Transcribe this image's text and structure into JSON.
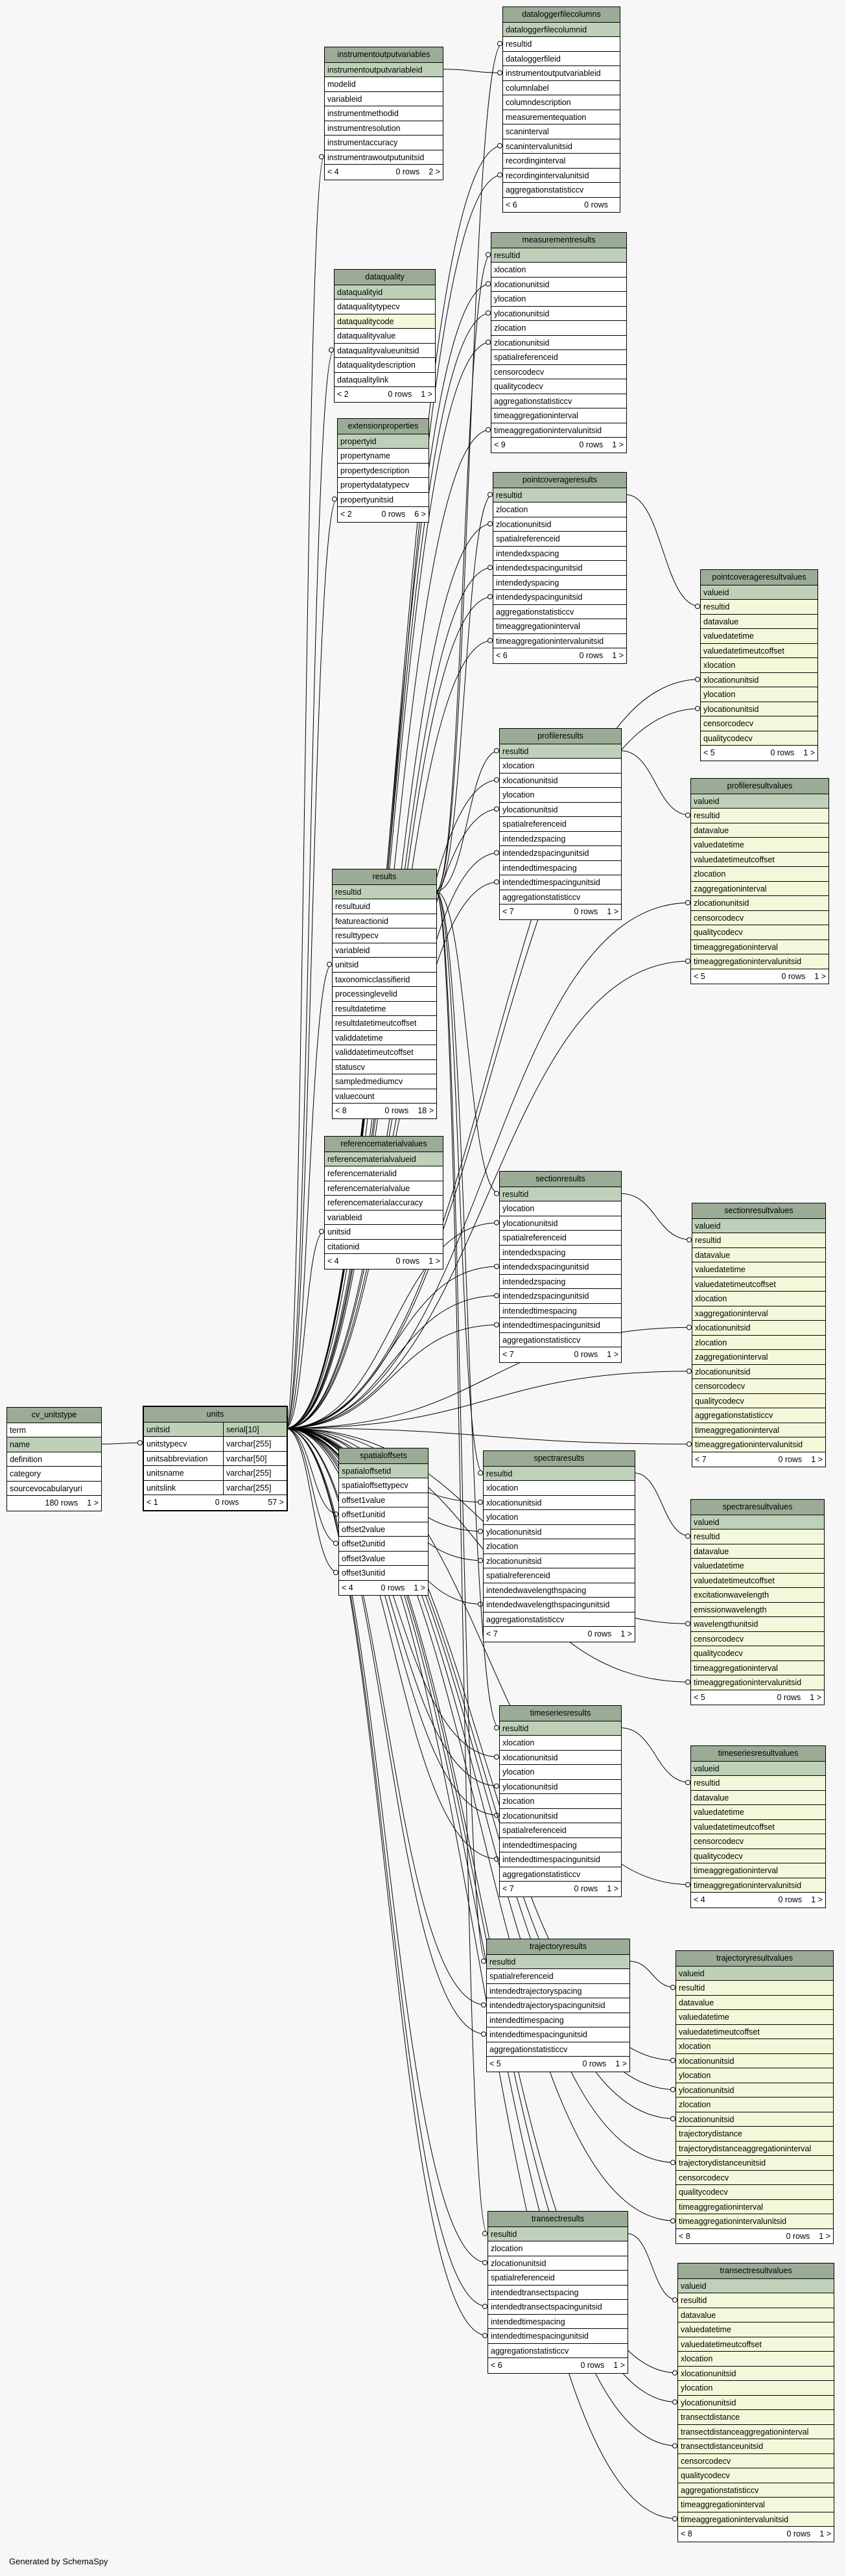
{
  "footer_text": "Generated by SchemaSpy",
  "tables": [
    {
      "id": "instrumentoutputvariables",
      "name": "instrumentoutputvariables",
      "rows": [
        {
          "t": "instrumentoutputvariableid",
          "pk": true
        },
        {
          "t": "modelid"
        },
        {
          "t": "variableid"
        },
        {
          "t": "instrumentmethodid"
        },
        {
          "t": "instrumentresolution"
        },
        {
          "t": "instrumentaccuracy"
        },
        {
          "t": "instrumentrawoutputunitsid"
        }
      ],
      "footer": [
        "< 4",
        "0 rows",
        "2 >"
      ]
    },
    {
      "id": "dataloggerfilecolumns",
      "name": "dataloggerfilecolumns",
      "rows": [
        {
          "t": "dataloggerfilecolumnid",
          "pk": true
        },
        {
          "t": "resultid"
        },
        {
          "t": "dataloggerfileid"
        },
        {
          "t": "instrumentoutputvariableid"
        },
        {
          "t": "columnlabel"
        },
        {
          "t": "columndescription"
        },
        {
          "t": "measurementequation"
        },
        {
          "t": "scaninterval"
        },
        {
          "t": "scanintervalunitsid"
        },
        {
          "t": "recordinginterval"
        },
        {
          "t": "recordingintervalunitsid"
        },
        {
          "t": "aggregationstatisticcv"
        }
      ],
      "footer": [
        "< 6",
        "0 rows",
        ""
      ]
    },
    {
      "id": "dataquality",
      "name": "dataquality",
      "rows": [
        {
          "t": "dataqualityid",
          "pk": true
        },
        {
          "t": "dataqualitytypecv"
        },
        {
          "t": "dataqualitycode",
          "part": true
        },
        {
          "t": "dataqualityvalue"
        },
        {
          "t": "dataqualityvalueunitsid"
        },
        {
          "t": "dataqualitydescription"
        },
        {
          "t": "dataqualitylink"
        }
      ],
      "footer": [
        "< 2",
        "0 rows",
        "1 >"
      ]
    },
    {
      "id": "measurementresults",
      "name": "measurementresults",
      "rows": [
        {
          "t": "resultid",
          "pk": true
        },
        {
          "t": "xlocation"
        },
        {
          "t": "xlocationunitsid"
        },
        {
          "t": "ylocation"
        },
        {
          "t": "ylocationunitsid"
        },
        {
          "t": "zlocation"
        },
        {
          "t": "zlocationunitsid"
        },
        {
          "t": "spatialreferenceid"
        },
        {
          "t": "censorcodecv"
        },
        {
          "t": "qualitycodecv"
        },
        {
          "t": "aggregationstatisticcv"
        },
        {
          "t": "timeaggregationinterval"
        },
        {
          "t": "timeaggregationintervalunitsid"
        }
      ],
      "footer": [
        "< 9",
        "0 rows",
        "1 >"
      ]
    },
    {
      "id": "extensionproperties",
      "name": "extensionproperties",
      "rows": [
        {
          "t": "propertyid",
          "pk": true
        },
        {
          "t": "propertyname"
        },
        {
          "t": "propertydescription"
        },
        {
          "t": "propertydatatypecv"
        },
        {
          "t": "propertyunitsid"
        }
      ],
      "footer": [
        "< 2",
        "0 rows",
        "6 >"
      ]
    },
    {
      "id": "pointcoverageresults",
      "name": "pointcoverageresults",
      "rows": [
        {
          "t": "resultid",
          "pk": true
        },
        {
          "t": "zlocation"
        },
        {
          "t": "zlocationunitsid"
        },
        {
          "t": "spatialreferenceid"
        },
        {
          "t": "intendedxspacing"
        },
        {
          "t": "intendedxspacingunitsid"
        },
        {
          "t": "intendedyspacing"
        },
        {
          "t": "intendedyspacingunitsid"
        },
        {
          "t": "aggregationstatisticcv"
        },
        {
          "t": "timeaggregationinterval"
        },
        {
          "t": "timeaggregationintervalunitsid"
        }
      ],
      "footer": [
        "< 6",
        "0 rows",
        "1 >"
      ]
    },
    {
      "id": "pointcoverageresultvalues",
      "name": "pointcoverageresultvalues",
      "part": true,
      "rows": [
        {
          "t": "valueid",
          "pk": true
        },
        {
          "t": "resultid"
        },
        {
          "t": "datavalue"
        },
        {
          "t": "valuedatetime"
        },
        {
          "t": "valuedatetimeutcoffset"
        },
        {
          "t": "xlocation"
        },
        {
          "t": "xlocationunitsid"
        },
        {
          "t": "ylocation"
        },
        {
          "t": "ylocationunitsid"
        },
        {
          "t": "censorcodecv"
        },
        {
          "t": "qualitycodecv"
        }
      ],
      "footer": [
        "< 5",
        "0 rows",
        "1 >"
      ]
    },
    {
      "id": "profileresults",
      "name": "profileresults",
      "rows": [
        {
          "t": "resultid",
          "pk": true
        },
        {
          "t": "xlocation"
        },
        {
          "t": "xlocationunitsid"
        },
        {
          "t": "ylocation"
        },
        {
          "t": "ylocationunitsid"
        },
        {
          "t": "spatialreferenceid"
        },
        {
          "t": "intendedzspacing"
        },
        {
          "t": "intendedzspacingunitsid"
        },
        {
          "t": "intendedtimespacing"
        },
        {
          "t": "intendedtimespacingunitsid"
        },
        {
          "t": "aggregationstatisticcv"
        }
      ],
      "footer": [
        "< 7",
        "0 rows",
        "1 >"
      ]
    },
    {
      "id": "profileresultvalues",
      "name": "profileresultvalues",
      "part": true,
      "rows": [
        {
          "t": "valueid",
          "pk": true
        },
        {
          "t": "resultid"
        },
        {
          "t": "datavalue"
        },
        {
          "t": "valuedatetime"
        },
        {
          "t": "valuedatetimeutcoffset"
        },
        {
          "t": "zlocation"
        },
        {
          "t": "zaggregationinterval"
        },
        {
          "t": "zlocationunitsid"
        },
        {
          "t": "censorcodecv"
        },
        {
          "t": "qualitycodecv"
        },
        {
          "t": "timeaggregationinterval"
        },
        {
          "t": "timeaggregationintervalunitsid"
        }
      ],
      "footer": [
        "< 5",
        "0 rows",
        "1 >"
      ]
    },
    {
      "id": "results",
      "name": "results",
      "rows": [
        {
          "t": "resultid",
          "pk": true
        },
        {
          "t": "resultuuid"
        },
        {
          "t": "featureactionid"
        },
        {
          "t": "resulttypecv"
        },
        {
          "t": "variableid"
        },
        {
          "t": "unitsid"
        },
        {
          "t": "taxonomicclassifierid"
        },
        {
          "t": "processinglevelid"
        },
        {
          "t": "resultdatetime"
        },
        {
          "t": "resultdatetimeutcoffset"
        },
        {
          "t": "validdatetime"
        },
        {
          "t": "validdatetimeutcoffset"
        },
        {
          "t": "statuscv"
        },
        {
          "t": "sampledmediumcv"
        },
        {
          "t": "valuecount"
        }
      ],
      "footer": [
        "< 8",
        "0 rows",
        "18 >"
      ]
    },
    {
      "id": "referencematerialvalues",
      "name": "referencematerialvalues",
      "rows": [
        {
          "t": "referencematerialvalueid",
          "pk": true
        },
        {
          "t": "referencematerialid"
        },
        {
          "t": "referencematerialvalue"
        },
        {
          "t": "referencematerialaccuracy"
        },
        {
          "t": "variableid"
        },
        {
          "t": "unitsid"
        },
        {
          "t": "citationid"
        }
      ],
      "footer": [
        "< 4",
        "0 rows",
        "1 >"
      ]
    },
    {
      "id": "sectionresults",
      "name": "sectionresults",
      "rows": [
        {
          "t": "resultid",
          "pk": true
        },
        {
          "t": "ylocation"
        },
        {
          "t": "ylocationunitsid"
        },
        {
          "t": "spatialreferenceid"
        },
        {
          "t": "intendedxspacing"
        },
        {
          "t": "intendedxspacingunitsid"
        },
        {
          "t": "intendedzspacing"
        },
        {
          "t": "intendedzspacingunitsid"
        },
        {
          "t": "intendedtimespacing"
        },
        {
          "t": "intendedtimespacingunitsid"
        },
        {
          "t": "aggregationstatisticcv"
        }
      ],
      "footer": [
        "< 7",
        "0 rows",
        "1 >"
      ]
    },
    {
      "id": "sectionresultvalues",
      "name": "sectionresultvalues",
      "part": true,
      "rows": [
        {
          "t": "valueid",
          "pk": true
        },
        {
          "t": "resultid"
        },
        {
          "t": "datavalue"
        },
        {
          "t": "valuedatetime"
        },
        {
          "t": "valuedatetimeutcoffset"
        },
        {
          "t": "xlocation"
        },
        {
          "t": "xaggregationinterval"
        },
        {
          "t": "xlocationunitsid"
        },
        {
          "t": "zlocation"
        },
        {
          "t": "zaggregationinterval"
        },
        {
          "t": "zlocationunitsid"
        },
        {
          "t": "censorcodecv"
        },
        {
          "t": "qualitycodecv"
        },
        {
          "t": "aggregationstatisticcv"
        },
        {
          "t": "timeaggregationinterval"
        },
        {
          "t": "timeaggregationintervalunitsid"
        }
      ],
      "footer": [
        "< 7",
        "0 rows",
        "1 >"
      ]
    },
    {
      "id": "cv_unitstype",
      "name": "cv_unitstype",
      "rows": [
        {
          "t": "term"
        },
        {
          "t": "name",
          "pk": true
        },
        {
          "t": "definition"
        },
        {
          "t": "category"
        },
        {
          "t": "sourcevocabularyuri"
        }
      ],
      "footer": [
        "",
        "180 rows",
        "1 >"
      ]
    },
    {
      "id": "spatialoffsets",
      "name": "spatialoffsets",
      "rows": [
        {
          "t": "spatialoffsetid",
          "pk": true
        },
        {
          "t": "spatialoffsettypecv"
        },
        {
          "t": "offset1value"
        },
        {
          "t": "offset1unitid"
        },
        {
          "t": "offset2value"
        },
        {
          "t": "offset2unitid"
        },
        {
          "t": "offset3value"
        },
        {
          "t": "offset3unitid"
        }
      ],
      "footer": [
        "< 4",
        "0 rows",
        "1 >"
      ]
    },
    {
      "id": "spectraresults",
      "name": "spectraresults",
      "rows": [
        {
          "t": "resultid",
          "pk": true
        },
        {
          "t": "xlocation"
        },
        {
          "t": "xlocationunitsid"
        },
        {
          "t": "ylocation"
        },
        {
          "t": "ylocationunitsid"
        },
        {
          "t": "zlocation"
        },
        {
          "t": "zlocationunitsid"
        },
        {
          "t": "spatialreferenceid"
        },
        {
          "t": "intendedwavelengthspacing"
        },
        {
          "t": "intendedwavelengthspacingunitsid"
        },
        {
          "t": "aggregationstatisticcv"
        }
      ],
      "footer": [
        "< 7",
        "0 rows",
        "1 >"
      ]
    },
    {
      "id": "spectraresultvalues",
      "name": "spectraresultvalues",
      "part": true,
      "rows": [
        {
          "t": "valueid",
          "pk": true
        },
        {
          "t": "resultid"
        },
        {
          "t": "datavalue"
        },
        {
          "t": "valuedatetime"
        },
        {
          "t": "valuedatetimeutcoffset"
        },
        {
          "t": "excitationwavelength"
        },
        {
          "t": "emissionwavelength"
        },
        {
          "t": "wavelengthunitsid"
        },
        {
          "t": "censorcodecv"
        },
        {
          "t": "qualitycodecv"
        },
        {
          "t": "timeaggregationinterval"
        },
        {
          "t": "timeaggregationintervalunitsid"
        }
      ],
      "footer": [
        "< 5",
        "0 rows",
        "1 >"
      ]
    },
    {
      "id": "timeseriesresults",
      "name": "timeseriesresults",
      "rows": [
        {
          "t": "resultid",
          "pk": true
        },
        {
          "t": "xlocation"
        },
        {
          "t": "xlocationunitsid"
        },
        {
          "t": "ylocation"
        },
        {
          "t": "ylocationunitsid"
        },
        {
          "t": "zlocation"
        },
        {
          "t": "zlocationunitsid"
        },
        {
          "t": "spatialreferenceid"
        },
        {
          "t": "intendedtimespacing"
        },
        {
          "t": "intendedtimespacingunitsid"
        },
        {
          "t": "aggregationstatisticcv"
        }
      ],
      "footer": [
        "< 7",
        "0 rows",
        "1 >"
      ]
    },
    {
      "id": "timeseriesresultvalues",
      "name": "timeseriesresultvalues",
      "part": true,
      "rows": [
        {
          "t": "valueid",
          "pk": true
        },
        {
          "t": "resultid"
        },
        {
          "t": "datavalue"
        },
        {
          "t": "valuedatetime"
        },
        {
          "t": "valuedatetimeutcoffset"
        },
        {
          "t": "censorcodecv"
        },
        {
          "t": "qualitycodecv"
        },
        {
          "t": "timeaggregationinterval"
        },
        {
          "t": "timeaggregationintervalunitsid"
        }
      ],
      "footer": [
        "< 4",
        "0 rows",
        "1 >"
      ]
    },
    {
      "id": "trajectoryresults",
      "name": "trajectoryresults",
      "rows": [
        {
          "t": "resultid",
          "pk": true
        },
        {
          "t": "spatialreferenceid"
        },
        {
          "t": "intendedtrajectoryspacing"
        },
        {
          "t": "intendedtrajectoryspacingunitsid"
        },
        {
          "t": "intendedtimespacing"
        },
        {
          "t": "intendedtimespacingunitsid"
        },
        {
          "t": "aggregationstatisticcv"
        }
      ],
      "footer": [
        "< 5",
        "0 rows",
        "1 >"
      ]
    },
    {
      "id": "trajectoryresultvalues",
      "name": "trajectoryresultvalues",
      "part": true,
      "rows": [
        {
          "t": "valueid",
          "pk": true
        },
        {
          "t": "resultid"
        },
        {
          "t": "datavalue"
        },
        {
          "t": "valuedatetime"
        },
        {
          "t": "valuedatetimeutcoffset"
        },
        {
          "t": "xlocation"
        },
        {
          "t": "xlocationunitsid"
        },
        {
          "t": "ylocation"
        },
        {
          "t": "ylocationunitsid"
        },
        {
          "t": "zlocation"
        },
        {
          "t": "zlocationunitsid"
        },
        {
          "t": "trajectorydistance"
        },
        {
          "t": "trajectorydistanceaggregationinterval"
        },
        {
          "t": "trajectorydistanceunitsid"
        },
        {
          "t": "censorcodecv"
        },
        {
          "t": "qualitycodecv"
        },
        {
          "t": "timeaggregationinterval"
        },
        {
          "t": "timeaggregationintervalunitsid"
        }
      ],
      "footer": [
        "< 8",
        "0 rows",
        "1 >"
      ]
    },
    {
      "id": "transectresults",
      "name": "transectresults",
      "rows": [
        {
          "t": "resultid",
          "pk": true
        },
        {
          "t": "zlocation"
        },
        {
          "t": "zlocationunitsid"
        },
        {
          "t": "spatialreferenceid"
        },
        {
          "t": "intendedtransectspacing"
        },
        {
          "t": "intendedtransectspacingunitsid"
        },
        {
          "t": "intendedtimespacing"
        },
        {
          "t": "intendedtimespacingunitsid"
        },
        {
          "t": "aggregationstatisticcv"
        }
      ],
      "footer": [
        "< 6",
        "0 rows",
        "1 >"
      ]
    },
    {
      "id": "transectresultvalues",
      "name": "transectresultvalues",
      "part": true,
      "rows": [
        {
          "t": "valueid",
          "pk": true
        },
        {
          "t": "resultid"
        },
        {
          "t": "datavalue"
        },
        {
          "t": "valuedatetime"
        },
        {
          "t": "valuedatetimeutcoffset"
        },
        {
          "t": "xlocation"
        },
        {
          "t": "xlocationunitsid"
        },
        {
          "t": "ylocation"
        },
        {
          "t": "ylocationunitsid"
        },
        {
          "t": "transectdistance"
        },
        {
          "t": "transectdistanceaggregationinterval"
        },
        {
          "t": "transectdistanceunitsid"
        },
        {
          "t": "censorcodecv"
        },
        {
          "t": "qualitycodecv"
        },
        {
          "t": "aggregationstatisticcv"
        },
        {
          "t": "timeaggregationinterval"
        },
        {
          "t": "timeaggregationintervalunitsid"
        }
      ],
      "footer": [
        "< 8",
        "0 rows",
        "1 >"
      ]
    }
  ],
  "units": {
    "name": "units",
    "rows": [
      [
        "unitsid",
        "serial[10]"
      ],
      [
        "unitstypecv",
        "varchar[255]"
      ],
      [
        "unitsabbreviation",
        "varchar[50]"
      ],
      [
        "unitsname",
        "varchar[255]"
      ],
      [
        "unitslink",
        "varchar[255]"
      ]
    ],
    "footer": [
      "< 1",
      "0 rows",
      "57 >"
    ]
  }
}
